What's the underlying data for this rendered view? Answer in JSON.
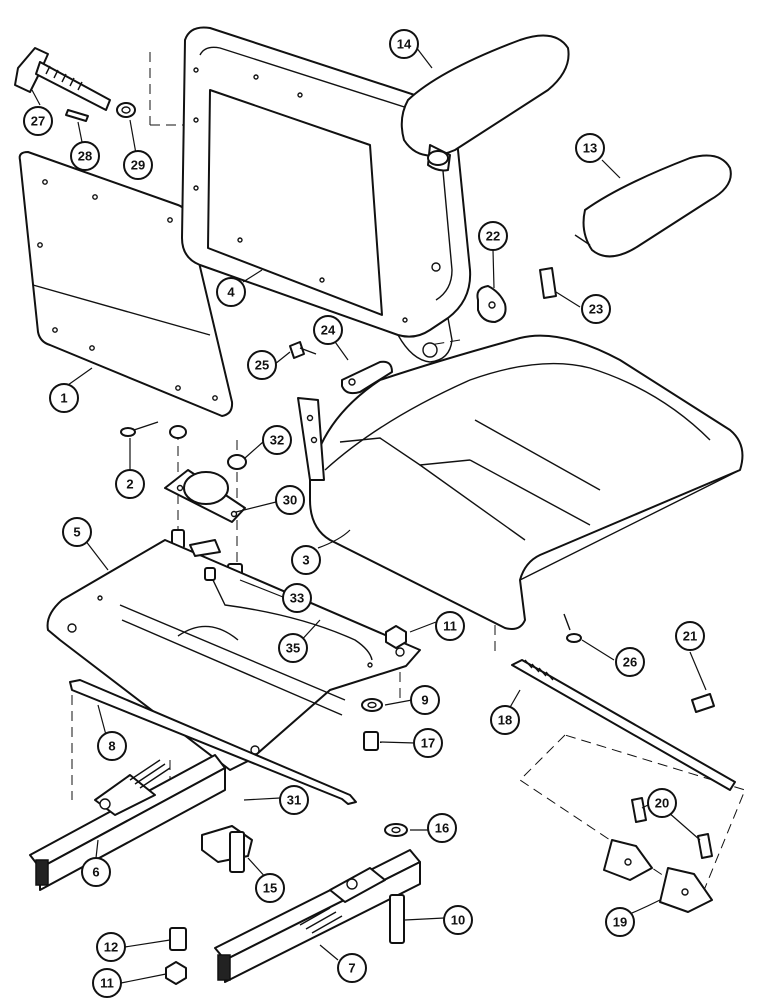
{
  "callouts": [
    {
      "id": "1",
      "label": "1"
    },
    {
      "id": "2",
      "label": "2"
    },
    {
      "id": "3",
      "label": "3"
    },
    {
      "id": "4",
      "label": "4"
    },
    {
      "id": "5",
      "label": "5"
    },
    {
      "id": "6",
      "label": "6"
    },
    {
      "id": "7",
      "label": "7"
    },
    {
      "id": "8",
      "label": "8"
    },
    {
      "id": "9",
      "label": "9"
    },
    {
      "id": "10",
      "label": "10"
    },
    {
      "id": "11a",
      "label": "11"
    },
    {
      "id": "11b",
      "label": "11"
    },
    {
      "id": "12",
      "label": "12"
    },
    {
      "id": "13",
      "label": "13"
    },
    {
      "id": "14",
      "label": "14"
    },
    {
      "id": "15",
      "label": "15"
    },
    {
      "id": "16",
      "label": "16"
    },
    {
      "id": "17",
      "label": "17"
    },
    {
      "id": "18",
      "label": "18"
    },
    {
      "id": "19",
      "label": "19"
    },
    {
      "id": "20",
      "label": "20"
    },
    {
      "id": "21",
      "label": "21"
    },
    {
      "id": "22",
      "label": "22"
    },
    {
      "id": "23",
      "label": "23"
    },
    {
      "id": "24",
      "label": "24"
    },
    {
      "id": "25",
      "label": "25"
    },
    {
      "id": "26",
      "label": "26"
    },
    {
      "id": "27",
      "label": "27"
    },
    {
      "id": "28",
      "label": "28"
    },
    {
      "id": "29",
      "label": "29"
    },
    {
      "id": "30",
      "label": "30"
    },
    {
      "id": "31",
      "label": "31"
    },
    {
      "id": "32",
      "label": "32"
    },
    {
      "id": "33",
      "label": "33"
    },
    {
      "id": "35",
      "label": "35"
    }
  ]
}
